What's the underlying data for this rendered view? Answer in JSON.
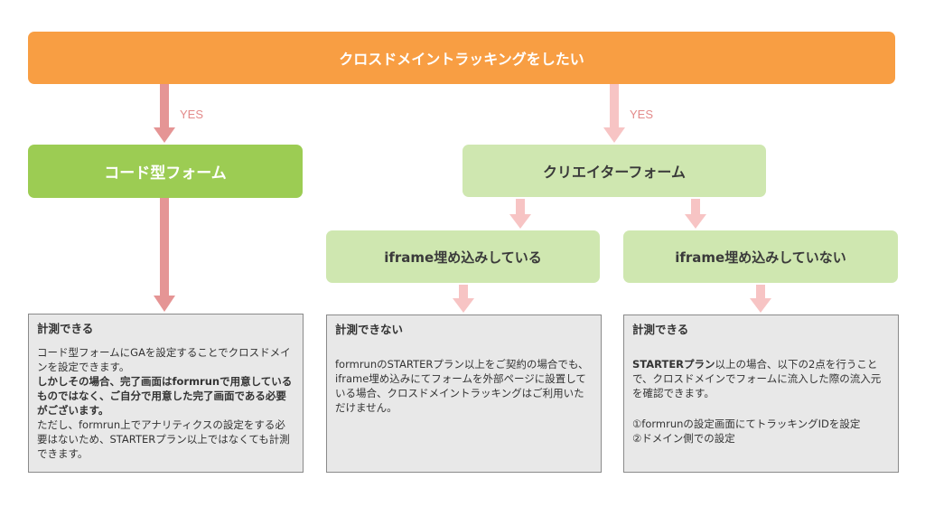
{
  "top": {
    "label": "クロスドメイントラッキングをしたい"
  },
  "branches": {
    "yes_left": "YES",
    "yes_right": "YES"
  },
  "code_form": {
    "label": "コード型フォーム"
  },
  "creator_form": {
    "label": "クリエイターフォーム"
  },
  "iframe_embedded": {
    "label": "iframe埋め込みしている"
  },
  "iframe_not_embedded": {
    "label": "iframe埋め込みしていない"
  },
  "panel_code": {
    "heading": "計測できる",
    "line1": "コード型フォームにGAを設定することでクロスドメインを設定できます。",
    "bold": "しかしその場合、完了画面はformrunで用意しているものではなく、ご自分で用意した完了画面である必要がございます。",
    "line2": "ただし、formrun上でアナリティクスの設定をする必要はないため、STARTERプラン以上ではなくても計測できます。"
  },
  "panel_iframe_yes": {
    "heading": "計測できない",
    "body": "formrunのSTARTERプラン以上をご契約の場合でも、iframe埋め込みにてフォームを外部ページに設置している場合、クロスドメイントラッキングはご利用いただけません。"
  },
  "panel_iframe_no": {
    "heading": "計測できる",
    "bold": "STARTERプラン",
    "line1": "以上の場合、以下の2点を行うことで、クロスドメインでフォームに流入した際の流入元を確認できます。",
    "step1": "①formrunの設定画面にてトラッキングIDを設定",
    "step2": "②ドメイン側での設定"
  },
  "colors": {
    "orange": "#f89e43",
    "green": "#9ccc53",
    "light_green": "#cfe7b0",
    "arrow_dark": "#e59595",
    "arrow_light": "#f7c4c4"
  }
}
